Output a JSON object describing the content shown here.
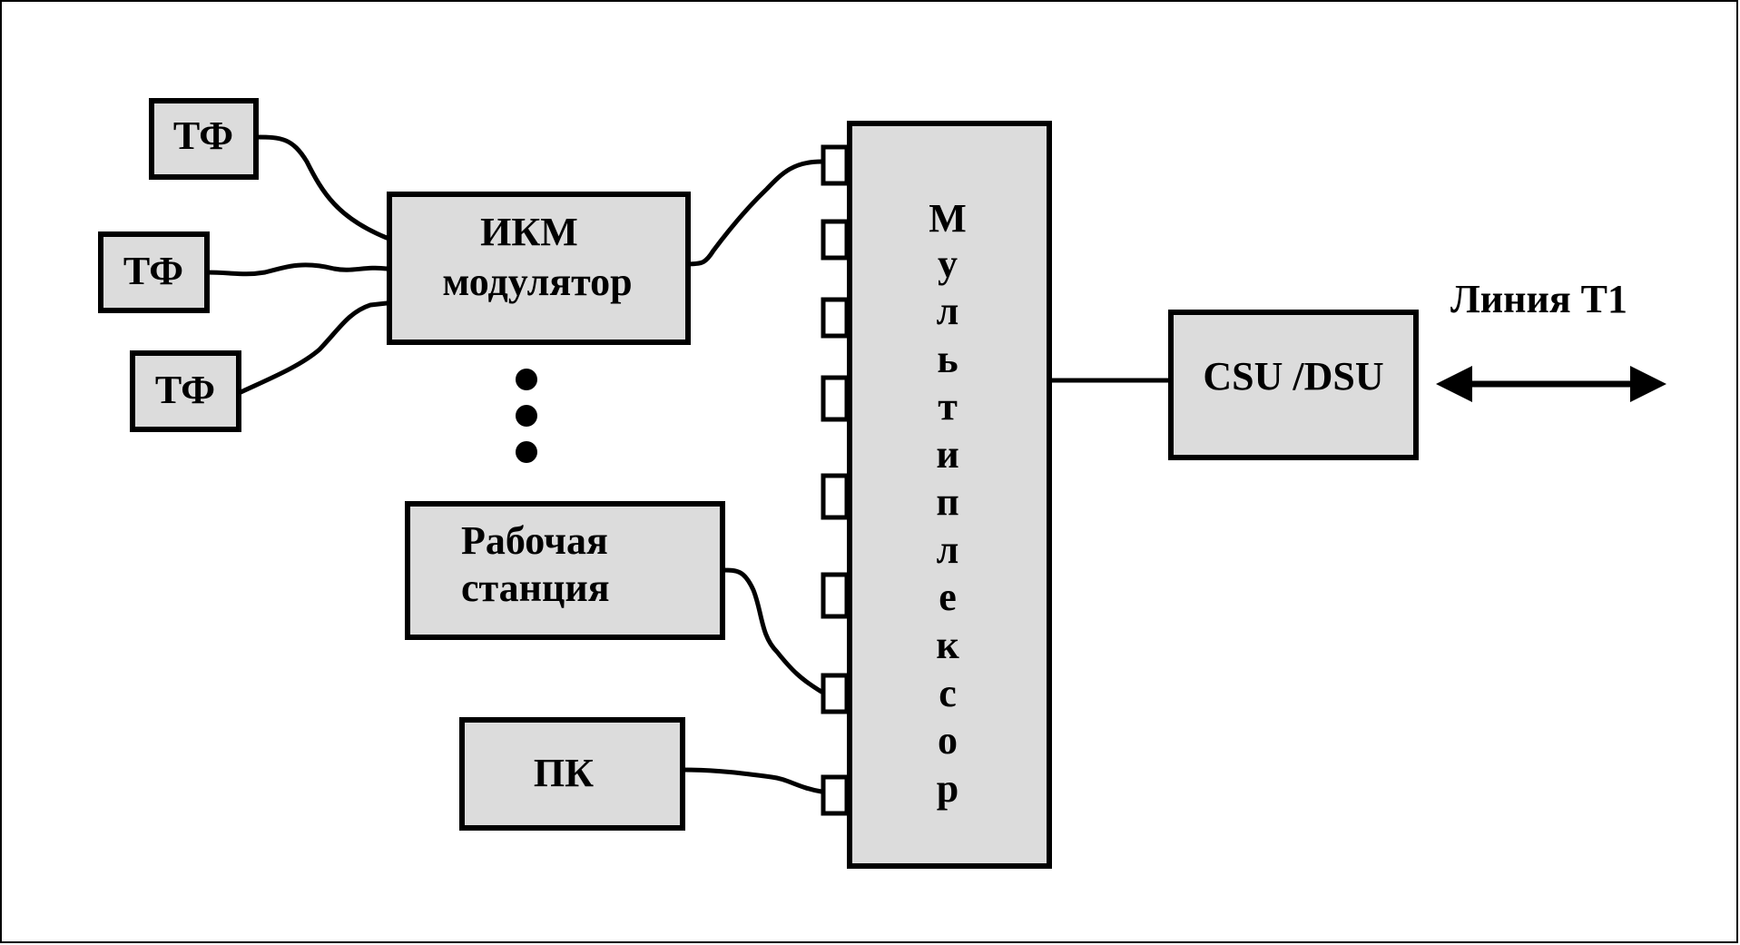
{
  "diagram": {
    "phones": [
      {
        "label": "ТФ"
      },
      {
        "label": "ТФ"
      },
      {
        "label": "ТФ"
      }
    ],
    "pcm_modulator": {
      "line1": "ИКМ",
      "line2": "модулятор"
    },
    "workstation": {
      "line1": "Рабочая",
      "line2": "станция"
    },
    "pc": {
      "label": "ПК"
    },
    "multiplexer": {
      "letters": [
        "М",
        "у",
        "л",
        "ь",
        "т",
        "и",
        "п",
        "л",
        "е",
        "к",
        "с",
        "о",
        "р"
      ]
    },
    "csu_dsu": {
      "label": "CSU /DSU"
    },
    "line": {
      "label": "Линия Т1"
    },
    "colors": {
      "box_fill": "#dcdcdc",
      "stroke": "#000000",
      "background": "#ffffff"
    }
  }
}
